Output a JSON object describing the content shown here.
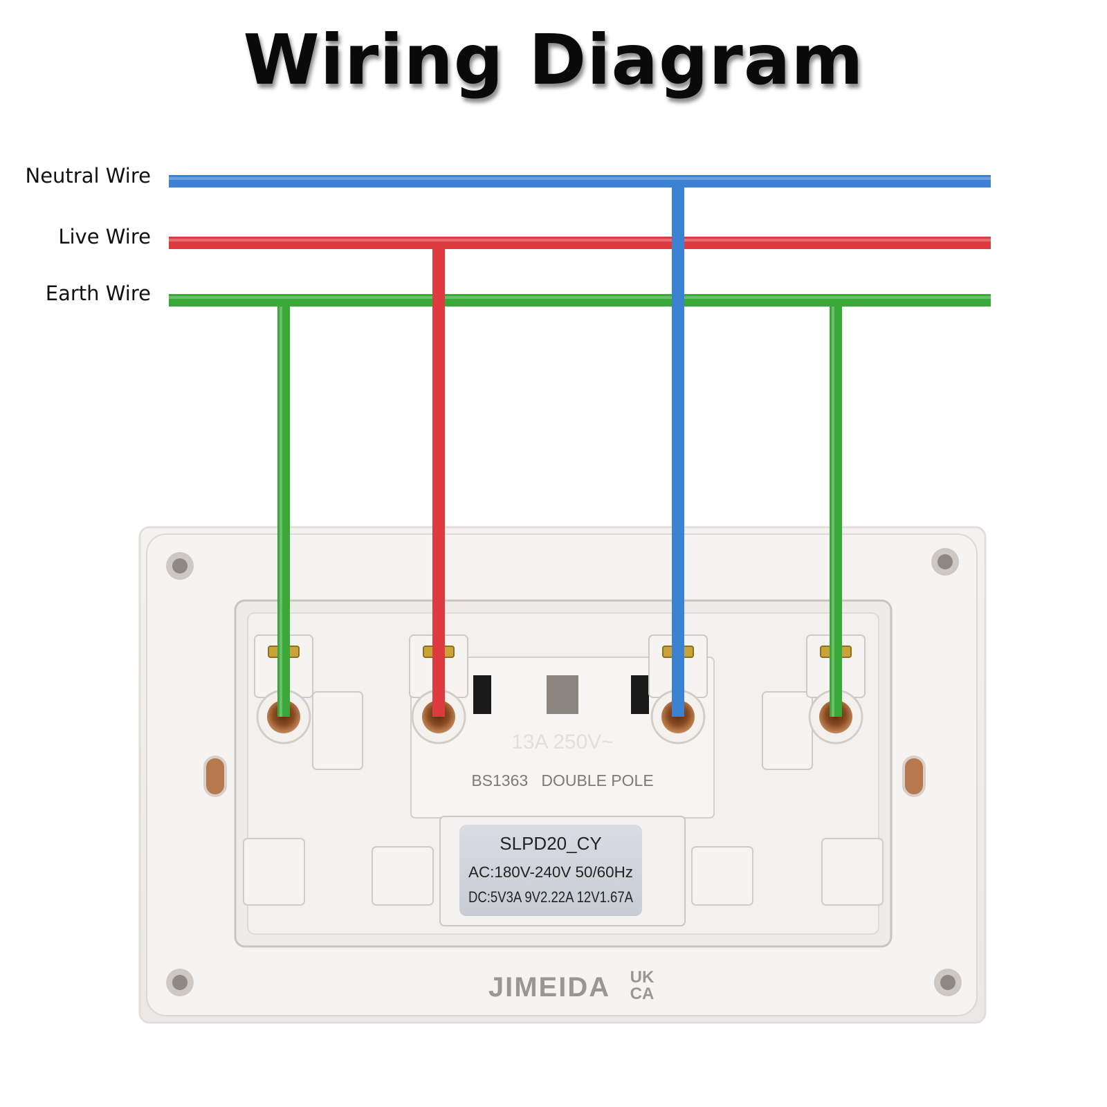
{
  "title": "Wiring Diagram",
  "wires": [
    {
      "id": "neutral",
      "label": "Neutral Wire",
      "color": "#3b82d2"
    },
    {
      "id": "live",
      "label": "Live Wire",
      "color": "#dd3b40"
    },
    {
      "id": "earth",
      "label": "Earth Wire",
      "color": "#3aa839"
    }
  ],
  "terminals": [
    "earth",
    "live",
    "neutral",
    "earth"
  ],
  "socket": {
    "rating_text": "13A 250V~",
    "standard_text": "BS1363   DOUBLE POLE",
    "usb_label": {
      "model": "SLPD20_CY",
      "ac": "AC:180V-240V 50/60Hz",
      "dc": "DC:5V3A 9V2.22A 12V1.67A"
    },
    "brand": "JIMEIDA",
    "mark_top": "UK",
    "mark_bottom": "CA"
  }
}
